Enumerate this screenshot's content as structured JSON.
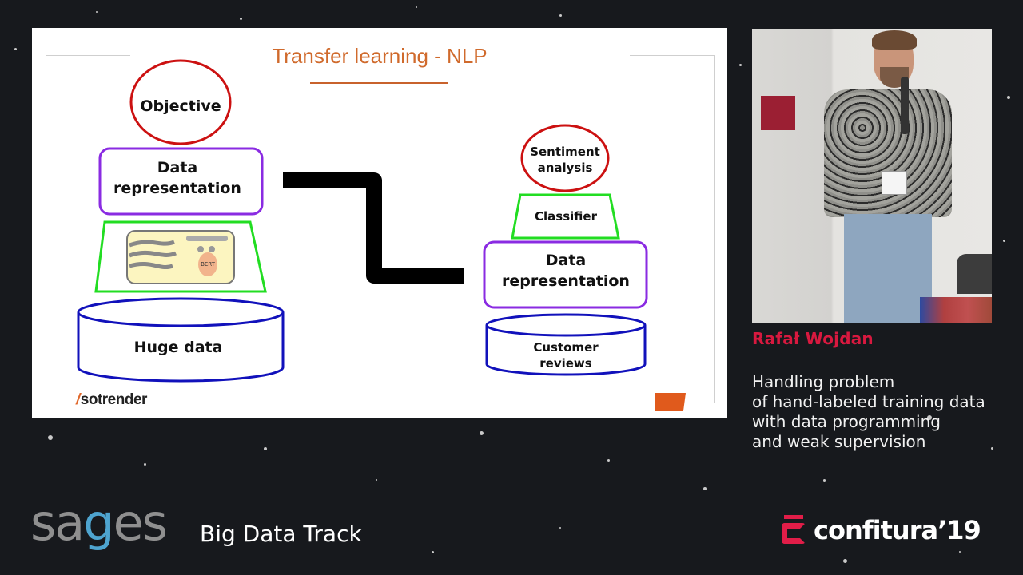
{
  "slide": {
    "title": "Transfer learning - NLP",
    "left_stack": {
      "objective": "Objective",
      "representation_line1": "Data",
      "representation_line2": "representation",
      "model_label": "BERT",
      "data": "Huge data"
    },
    "right_stack": {
      "objective_line1": "Sentiment",
      "objective_line2": "analysis",
      "classifier": "Classifier",
      "representation_line1": "Data",
      "representation_line2": "representation",
      "data_line1": "Customer",
      "data_line2": "reviews"
    },
    "footer_logo": "sotrender",
    "colors": {
      "title": "#d06a2c",
      "objective_border": "#cc1111",
      "representation_border": "#8a2be2",
      "model_border": "#22dd22",
      "data_border": "#1111bb",
      "accent_tab": "#e05a1c"
    }
  },
  "speaker": {
    "name": "Rafał Wojdan",
    "talk_title_lines": [
      "Handling problem",
      "of hand-labeled training data",
      "with data programming",
      "and weak supervision"
    ],
    "name_color": "#d8193f"
  },
  "footer": {
    "left_logo": "sages",
    "track": "Big Data Track",
    "right_logo": "confitura’19"
  }
}
